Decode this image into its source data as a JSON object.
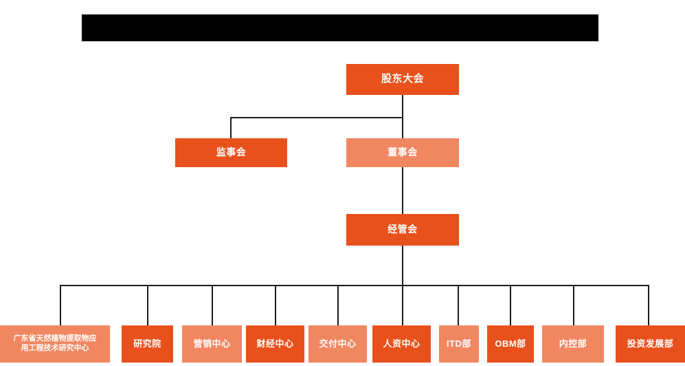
{
  "diagram": {
    "type": "org-chart",
    "title_bar": {
      "label": "",
      "note": "solid black redaction bar",
      "color": "#000000"
    },
    "colors": {
      "primary": "#E8511C",
      "secondary": "#F08761",
      "connector": "#1a1a1a",
      "text": "#FFFFFF",
      "background": "#FFFFFF"
    },
    "levels": [
      {
        "level": 1,
        "nodes": [
          {
            "id": "shareholders",
            "label": "股东大会",
            "color": "primary"
          }
        ]
      },
      {
        "level": 2,
        "nodes": [
          {
            "id": "supervisory",
            "label": "监事会",
            "color": "primary"
          },
          {
            "id": "board",
            "label": "董事会",
            "color": "secondary"
          }
        ]
      },
      {
        "level": 3,
        "nodes": [
          {
            "id": "management",
            "label": "经管会",
            "color": "primary"
          }
        ]
      },
      {
        "level": 4,
        "nodes": [
          {
            "id": "rd-center",
            "label_line1": "广东省天然植物提取物应",
            "label_line2": "用工程技术研究中心",
            "color": "secondary"
          },
          {
            "id": "research-institute",
            "label": "研究院",
            "color": "primary"
          },
          {
            "id": "marketing-center",
            "label": "营销中心",
            "color": "secondary"
          },
          {
            "id": "finance-center",
            "label": "财经中心",
            "color": "primary"
          },
          {
            "id": "delivery-center",
            "label": "交付中心",
            "color": "secondary"
          },
          {
            "id": "hr-center",
            "label": "人资中心",
            "color": "primary"
          },
          {
            "id": "itd-dept",
            "label": "ITD部",
            "color": "secondary"
          },
          {
            "id": "obm-dept",
            "label": "OBM部",
            "color": "primary"
          },
          {
            "id": "internal-control-dept",
            "label": "内控部",
            "color": "secondary"
          },
          {
            "id": "investment-dev-dept",
            "label": "投资发展部",
            "color": "primary"
          }
        ]
      }
    ]
  }
}
